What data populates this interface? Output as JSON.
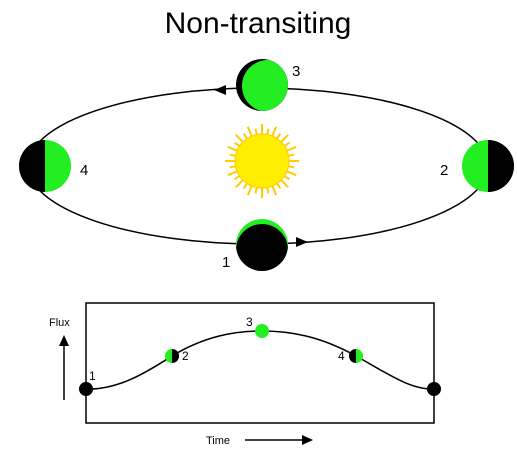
{
  "title": "Non-transiting",
  "colors": {
    "planet_day": "#22ee22",
    "planet_night": "#000000",
    "sun_fill": "#ffee00",
    "sun_rays": "#ffcc00",
    "orbit": "#000000",
    "background": "#ffffff"
  },
  "orbit_diagram": {
    "star": {
      "icon": "sun-icon"
    },
    "phases": [
      {
        "label": "1"
      },
      {
        "label": "2"
      },
      {
        "label": "3"
      },
      {
        "label": "4"
      }
    ]
  },
  "light_curve": {
    "ylabel": "Flux",
    "xlabel": "Time",
    "markers": [
      {
        "label": "1"
      },
      {
        "label": "2"
      },
      {
        "label": "3"
      },
      {
        "label": "4"
      }
    ]
  }
}
